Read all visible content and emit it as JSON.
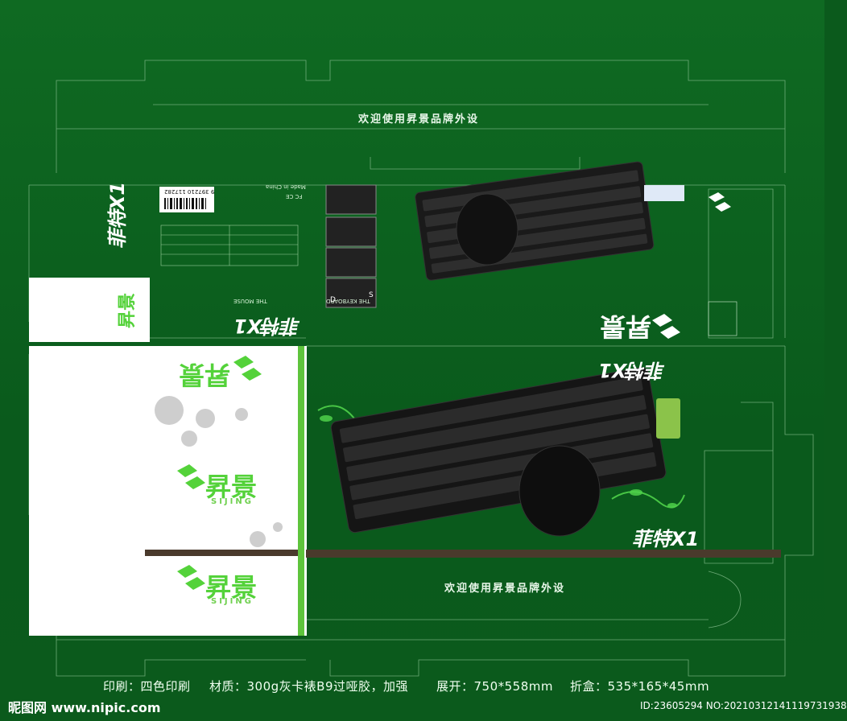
{
  "header": {
    "welcome": "欢迎使用昇景品牌外设"
  },
  "footer_welcome": "欢迎使用昇景品牌外设",
  "brand": {
    "name_cn": "昇景",
    "name_en": "SIJING"
  },
  "product": {
    "name": "菲特X1"
  },
  "spec_line": {
    "print": "印刷：四色印刷",
    "material": "材质：300g灰卡裱B9过哑胶，加强",
    "unfold": "展开：750*558mm",
    "box": "折盒：535*165*45mm"
  },
  "watermark": {
    "text": "昵图网 www.nipic.com"
  },
  "image_id": "ID:23605294 NO:20210312141119731938",
  "barcode_number": "9 397210 117282",
  "labels": {
    "keyboard_en": "THE KEYBOARD",
    "mouse_en": "THE MOUSE",
    "fc": "FC CE",
    "made_in": "Made in China"
  },
  "keycaps": [
    "S",
    "D"
  ],
  "colors": {
    "background": "#0b5a1c",
    "accent": "#5ec43c",
    "brown": "#4a3a2c",
    "white": "#ffffff"
  }
}
